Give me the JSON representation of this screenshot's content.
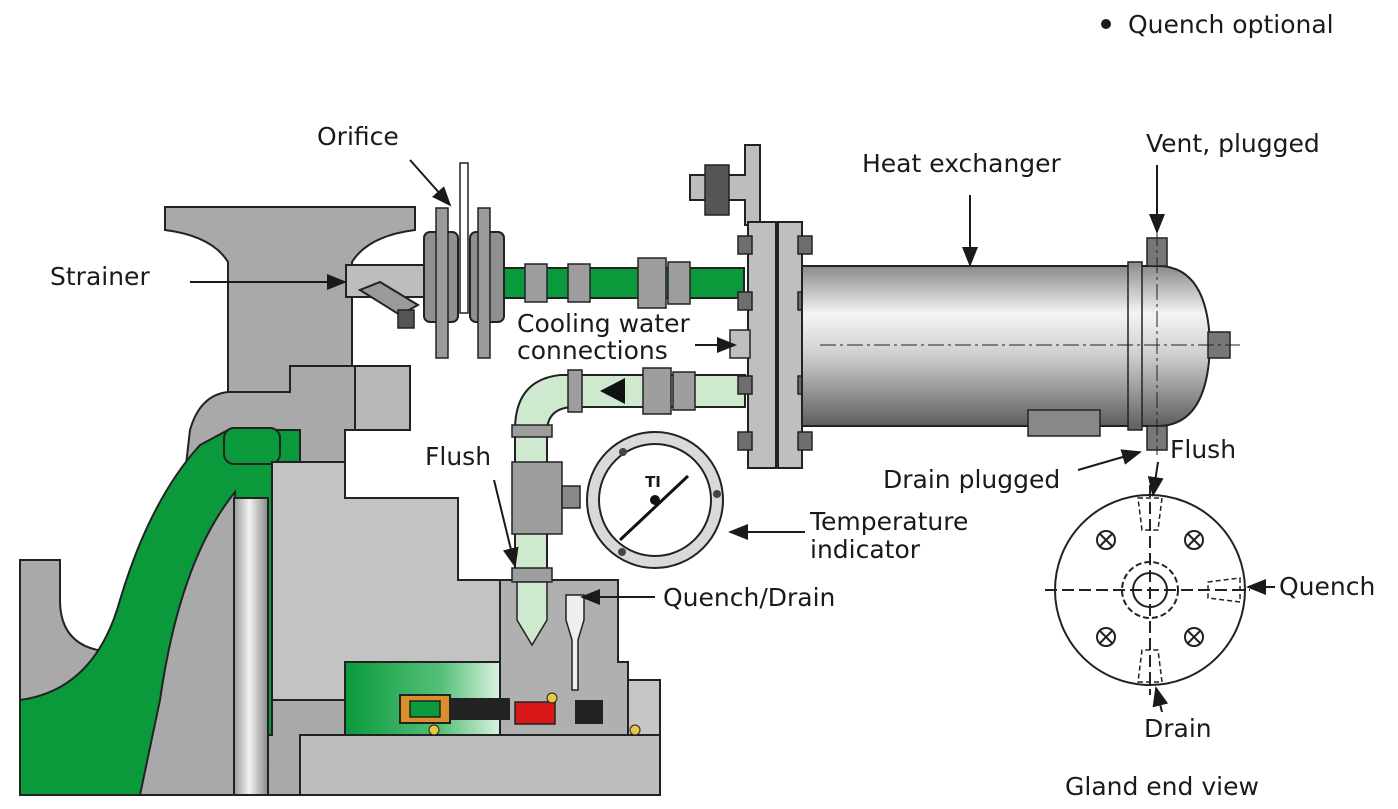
{
  "note": "Quench optional",
  "labels": {
    "orifice": "Orifice",
    "strainer": "Strainer",
    "heat_exchanger": "Heat exchanger",
    "vent": "Vent, plugged",
    "cooling_line1": "Cooling water",
    "cooling_line2": "connections",
    "flush_left": "Flush",
    "drain_plugged": "Drain plugged",
    "flush_right": "Flush",
    "temp_line1": "Temperature",
    "temp_line2": "indicator",
    "quench_drain": "Quench/Drain",
    "quench": "Quench",
    "drain": "Drain",
    "gland_view": "Gland end view"
  },
  "gauge_text": "TI",
  "colors": {
    "seal_green": "#0a9a3c",
    "light_green": "#cfe9cf",
    "metal": "#bdbdbd",
    "dark_metal": "#7a7a7a",
    "outline": "#222222",
    "red_part": "#d81818",
    "orange_part": "#d9902a"
  }
}
